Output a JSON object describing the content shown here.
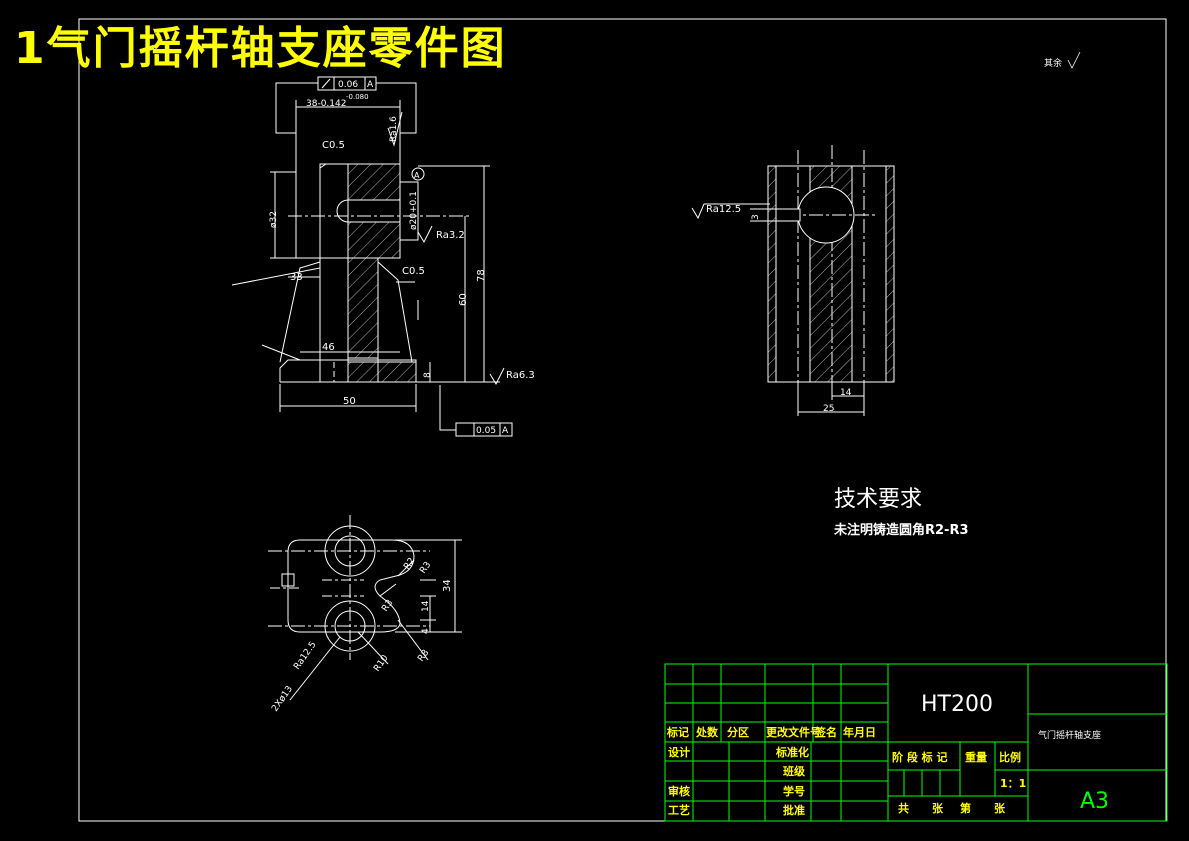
{
  "title": "1气门摇杆轴支座零件图",
  "corner_note": "其余",
  "front_view": {
    "tolerance_top": "0.06",
    "tolerance_top_datum": "A",
    "dim_top_upper": "-0.080",
    "dim_top_main": "38-0.142",
    "chamfer_top": "C0.5",
    "rough_top": "Ra1.6",
    "datum_mark": "A",
    "dim_dia32": "ø32",
    "dim_bore": "ø20+0.1",
    "rough_bore": "Ra3.2",
    "chamfer_mid": "C0.5",
    "dim_33": "33",
    "dim_46": "46",
    "dim_60": "60",
    "dim_78": "78",
    "dim_8": "8",
    "rough_base": "Ra6.3",
    "dim_50": "50",
    "tolerance_bottom": "0.05",
    "tolerance_bottom_datum": "A"
  },
  "side_view": {
    "rough_hole": "Ra12.5",
    "dim_3": "3",
    "dim_14": "14",
    "dim_25": "25"
  },
  "plan_view": {
    "r2": "R2",
    "r3a": "R3",
    "r3b": "R3",
    "r10": "R10",
    "r8": "R8",
    "dim_34": "34",
    "dim_14": "14",
    "dim_4": "4",
    "holes_note": "2Xø13",
    "rough_holes": "Ra12.5"
  },
  "tech_requirements": {
    "heading": "技术要求",
    "line1": "未注明铸造圆角R2-R3"
  },
  "title_block": {
    "material": "HT200",
    "part_name": "气门摇杆轴支座",
    "sheet_size": "A3",
    "scale": "1：1",
    "headers": [
      "标记",
      "处数",
      "分区",
      "更改文件号",
      "签名",
      "年月日"
    ],
    "design": "设计",
    "standard": "标准化",
    "class": "班级",
    "review": "审核",
    "student_no": "学号",
    "process": "工艺",
    "approve": "批准",
    "stage_mark": "阶 段 标 记",
    "weight": "重量",
    "ratio": "比例",
    "sheets_total": "共",
    "sheets_unit": "张",
    "sheet_no": "第",
    "sheet_no_unit": "张"
  },
  "colors": {
    "background": "#000000",
    "title": "#ffff00",
    "lines": "#ffffff",
    "border_green": "#00ff00"
  }
}
